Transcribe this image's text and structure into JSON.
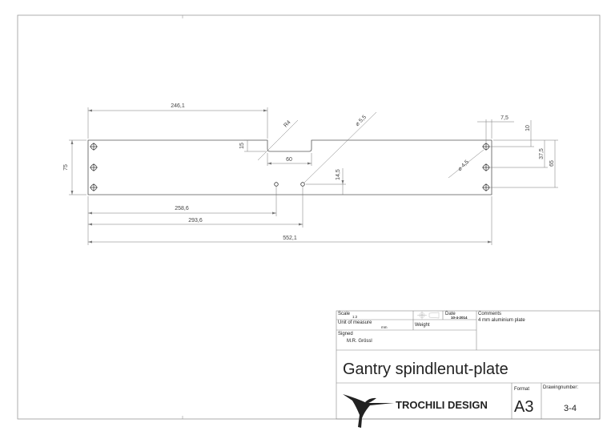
{
  "drawing": {
    "dimensions": {
      "overall_length": "552,1",
      "left_to_notch": "246,1",
      "left_to_hole_1": "258,6",
      "left_to_hole_2": "293,6",
      "height": "75",
      "notch_width": "60",
      "notch_depth": "15",
      "notch_radius": "R4",
      "hole_offset_bottom": "14,5",
      "small_hole_dia": "⌀ 5,5",
      "right_hole_inset": "7,5",
      "right_top_offset": "10",
      "right_mid_offset": "37,5",
      "right_bottom_offset": "65",
      "right_hole_dia": "⌀ 4,5"
    }
  },
  "title_block": {
    "scale_label": "Scale",
    "scale_value": "1:2",
    "unit_label": "Unit of measure",
    "unit_value": "mm",
    "date_label": "Date",
    "date_value": "10-4-2014",
    "weight_label": "Weight",
    "comments_label": "Comments",
    "comments_value": "4 mm aluminium plate",
    "signed_label": "Signed",
    "signed_value": "M.R. Grössl",
    "title": "Gantry spindlenut-plate",
    "company": "TROCHILI DESIGN",
    "format_label": "Format",
    "format_value": "A3",
    "drawing_number_label": "Drawingnumber:",
    "drawing_number_value": "3-4"
  }
}
